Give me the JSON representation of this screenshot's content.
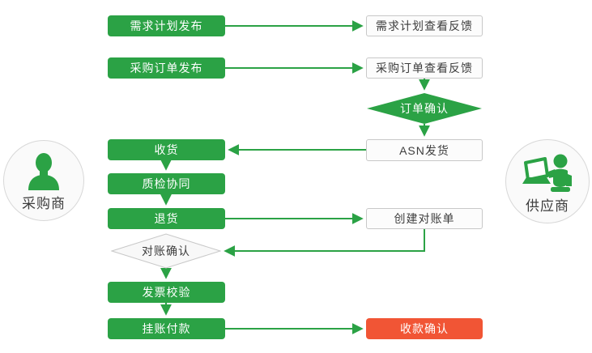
{
  "actors": {
    "buyer": {
      "label": "采购商",
      "icon": "person-icon"
    },
    "supplier": {
      "label": "供应商",
      "icon": "person-laptop-icon"
    }
  },
  "flow": {
    "demand_plan_publish": "需求计划发布",
    "demand_plan_feedback": "需求计划查看反馈",
    "po_publish": "采购订单发布",
    "po_feedback": "采购订单查看反馈",
    "order_confirm": "订单确认",
    "asn_ship": "ASN发货",
    "receive_goods": "收货",
    "quality_check": "质检协同",
    "return_goods": "退货",
    "create_statement": "创建对账单",
    "statement_confirm": "对账确认",
    "invoice_verify": "发票校验",
    "book_payment": "挂账付款",
    "payment_confirm": "收款确认"
  },
  "colors": {
    "process_green": "#2ba245",
    "final_red": "#f15535",
    "box_border_gray": "#c8c8c8",
    "text_dark": "#3d3d3d",
    "connector_green": "#2ba245"
  }
}
